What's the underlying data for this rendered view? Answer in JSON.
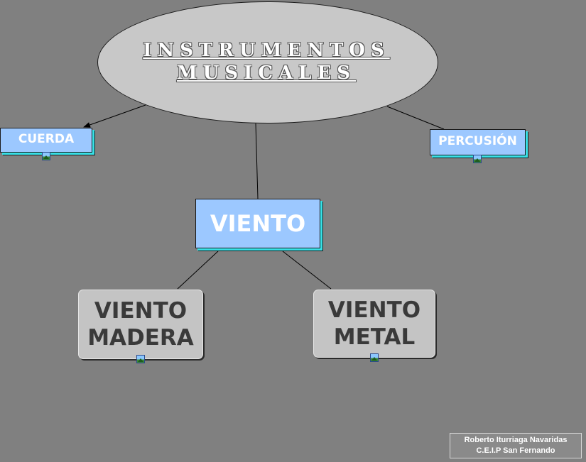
{
  "diagram": {
    "root": {
      "title_line1": "INSTRUMENTOS",
      "title_line2": "MUSICALES"
    },
    "nodes": {
      "cuerda": "CUERDA",
      "percusion": "PERCUSIÓN",
      "viento": "VIENTO",
      "viento_madera": {
        "line1": "VIENTO",
        "line2": "MADERA"
      },
      "viento_metal": {
        "line1": "VIENTO",
        "line2": "METAL"
      }
    },
    "edges": [
      {
        "from": "root",
        "to": "cuerda",
        "arrow": true
      },
      {
        "from": "root",
        "to": "percusion",
        "arrow": false
      },
      {
        "from": "root",
        "to": "viento",
        "arrow": false
      },
      {
        "from": "viento",
        "to": "viento_madera",
        "arrow": false
      },
      {
        "from": "viento",
        "to": "viento_metal",
        "arrow": false
      }
    ],
    "colors": {
      "background": "#808080",
      "root": "#c8c8c8",
      "concept": "#9cc8ff",
      "sub_concept": "#c4c4c4",
      "shadow": "#38e0e6"
    },
    "icons": [
      "image-icon"
    ]
  },
  "credit": {
    "line1": "Roberto Iturriaga Navaridas",
    "line2": "C.E.I.P San Fernando"
  }
}
